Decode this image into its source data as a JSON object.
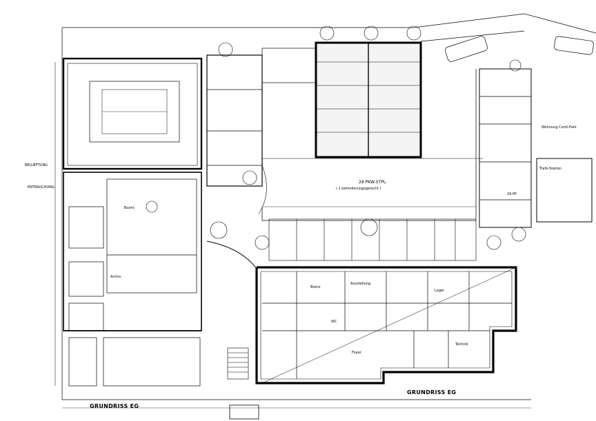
{
  "plan_title_left": "GRUNDRISS EG",
  "plan_title_right": "GRUNDRISS EG",
  "parking_label": "28 PKW-STPL.",
  "parking_sublabel": "( 1 behinderungsgerecht )",
  "trafo_label": "Trafo-Station",
  "wohnung_label": "Wohnung Conti-Park",
  "pp_label": "24 PP",
  "room_labels": [
    "Ausstellung",
    "Bistro",
    "Foyer",
    "Lager",
    "WC",
    "Technik",
    "Buero",
    "Archiv"
  ],
  "side_labels": [
    "BELUEFTUNG",
    "ENTRAUCHUNG"
  ],
  "colors": {
    "ink": "#000000",
    "paper": "#ffffff",
    "parking_fill": "#f4f4f4"
  }
}
